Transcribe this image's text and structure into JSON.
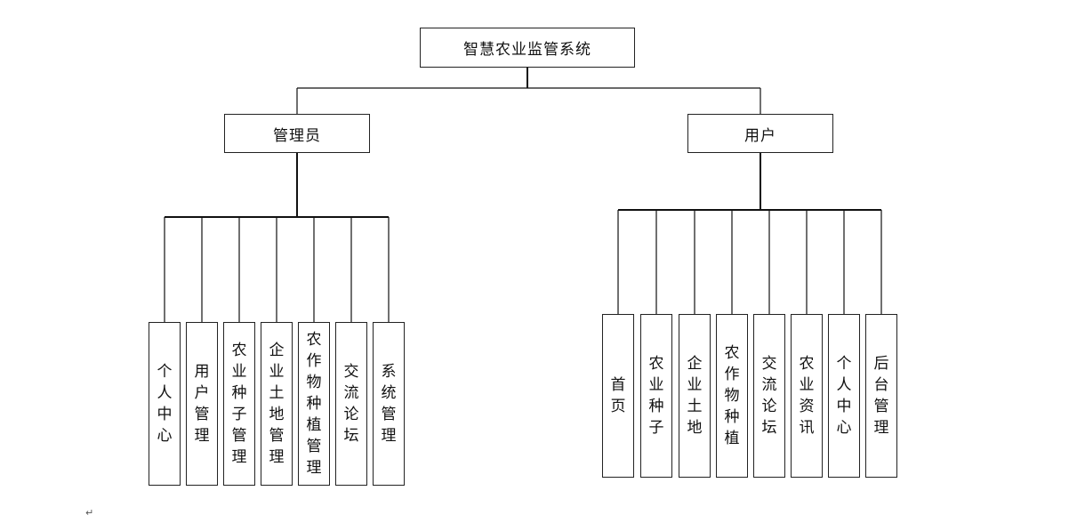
{
  "diagram": {
    "root": {
      "label": "智慧农业监管系统"
    },
    "admin": {
      "label": "管理员",
      "children": [
        "个人中心",
        "用户管理",
        "农业种子管理",
        "企业土地管理",
        "农作物种植管理",
        "交流论坛",
        "系统管理"
      ]
    },
    "user": {
      "label": "用户",
      "children": [
        "首页",
        "农业种子",
        "企业土地",
        "农作物种植",
        "交流论坛",
        "农业资讯",
        "个人中心",
        "后台管理"
      ]
    },
    "line_color": "#111111"
  },
  "footer": {
    "return_mark": "↵"
  }
}
